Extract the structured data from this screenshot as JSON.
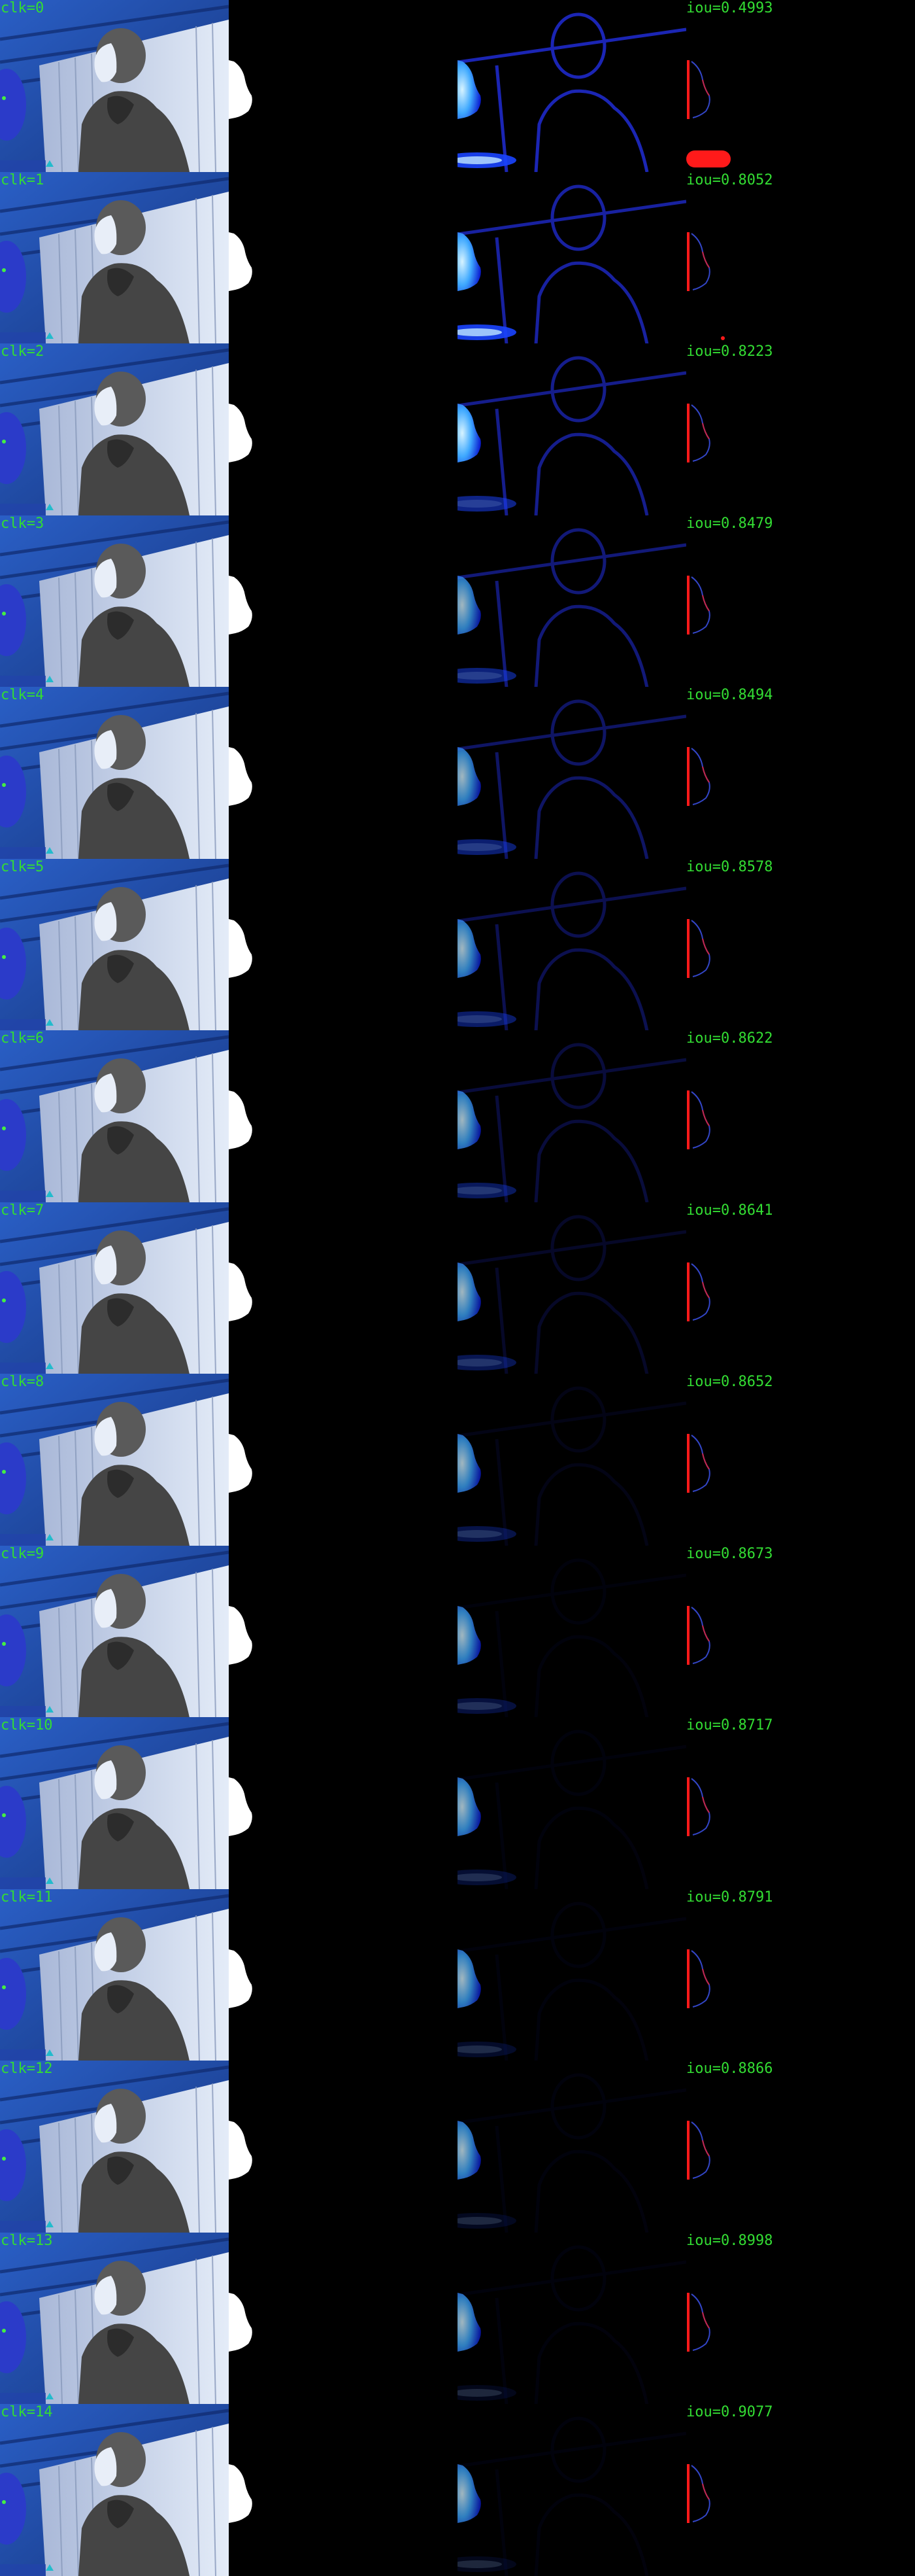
{
  "colors": {
    "label": "#33dd33",
    "background": "#000000",
    "mask": "#ffffff",
    "error": "#ff1a1a",
    "scene_blue": "#1f4fae",
    "heat_core": "#d8f4ff"
  },
  "rows": [
    {
      "clk": "clk=0",
      "iou": "iou=0.4993"
    },
    {
      "clk": "clk=1",
      "iou": "iou=0.8052"
    },
    {
      "clk": "clk=2",
      "iou": "iou=0.8223"
    },
    {
      "clk": "clk=3",
      "iou": "iou=0.8479"
    },
    {
      "clk": "clk=4",
      "iou": "iou=0.8494"
    },
    {
      "clk": "clk=5",
      "iou": "iou=0.8578"
    },
    {
      "clk": "clk=6",
      "iou": "iou=0.8622"
    },
    {
      "clk": "clk=7",
      "iou": "iou=0.8641"
    },
    {
      "clk": "clk=8",
      "iou": "iou=0.8652"
    },
    {
      "clk": "clk=9",
      "iou": "iou=0.8673"
    },
    {
      "clk": "clk=10",
      "iou": "iou=0.8717"
    },
    {
      "clk": "clk=11",
      "iou": "iou=0.8791"
    },
    {
      "clk": "clk=12",
      "iou": "iou=0.8866"
    },
    {
      "clk": "clk=13",
      "iou": "iou=0.8998"
    },
    {
      "clk": "clk=14",
      "iou": "iou=0.9077"
    }
  ]
}
